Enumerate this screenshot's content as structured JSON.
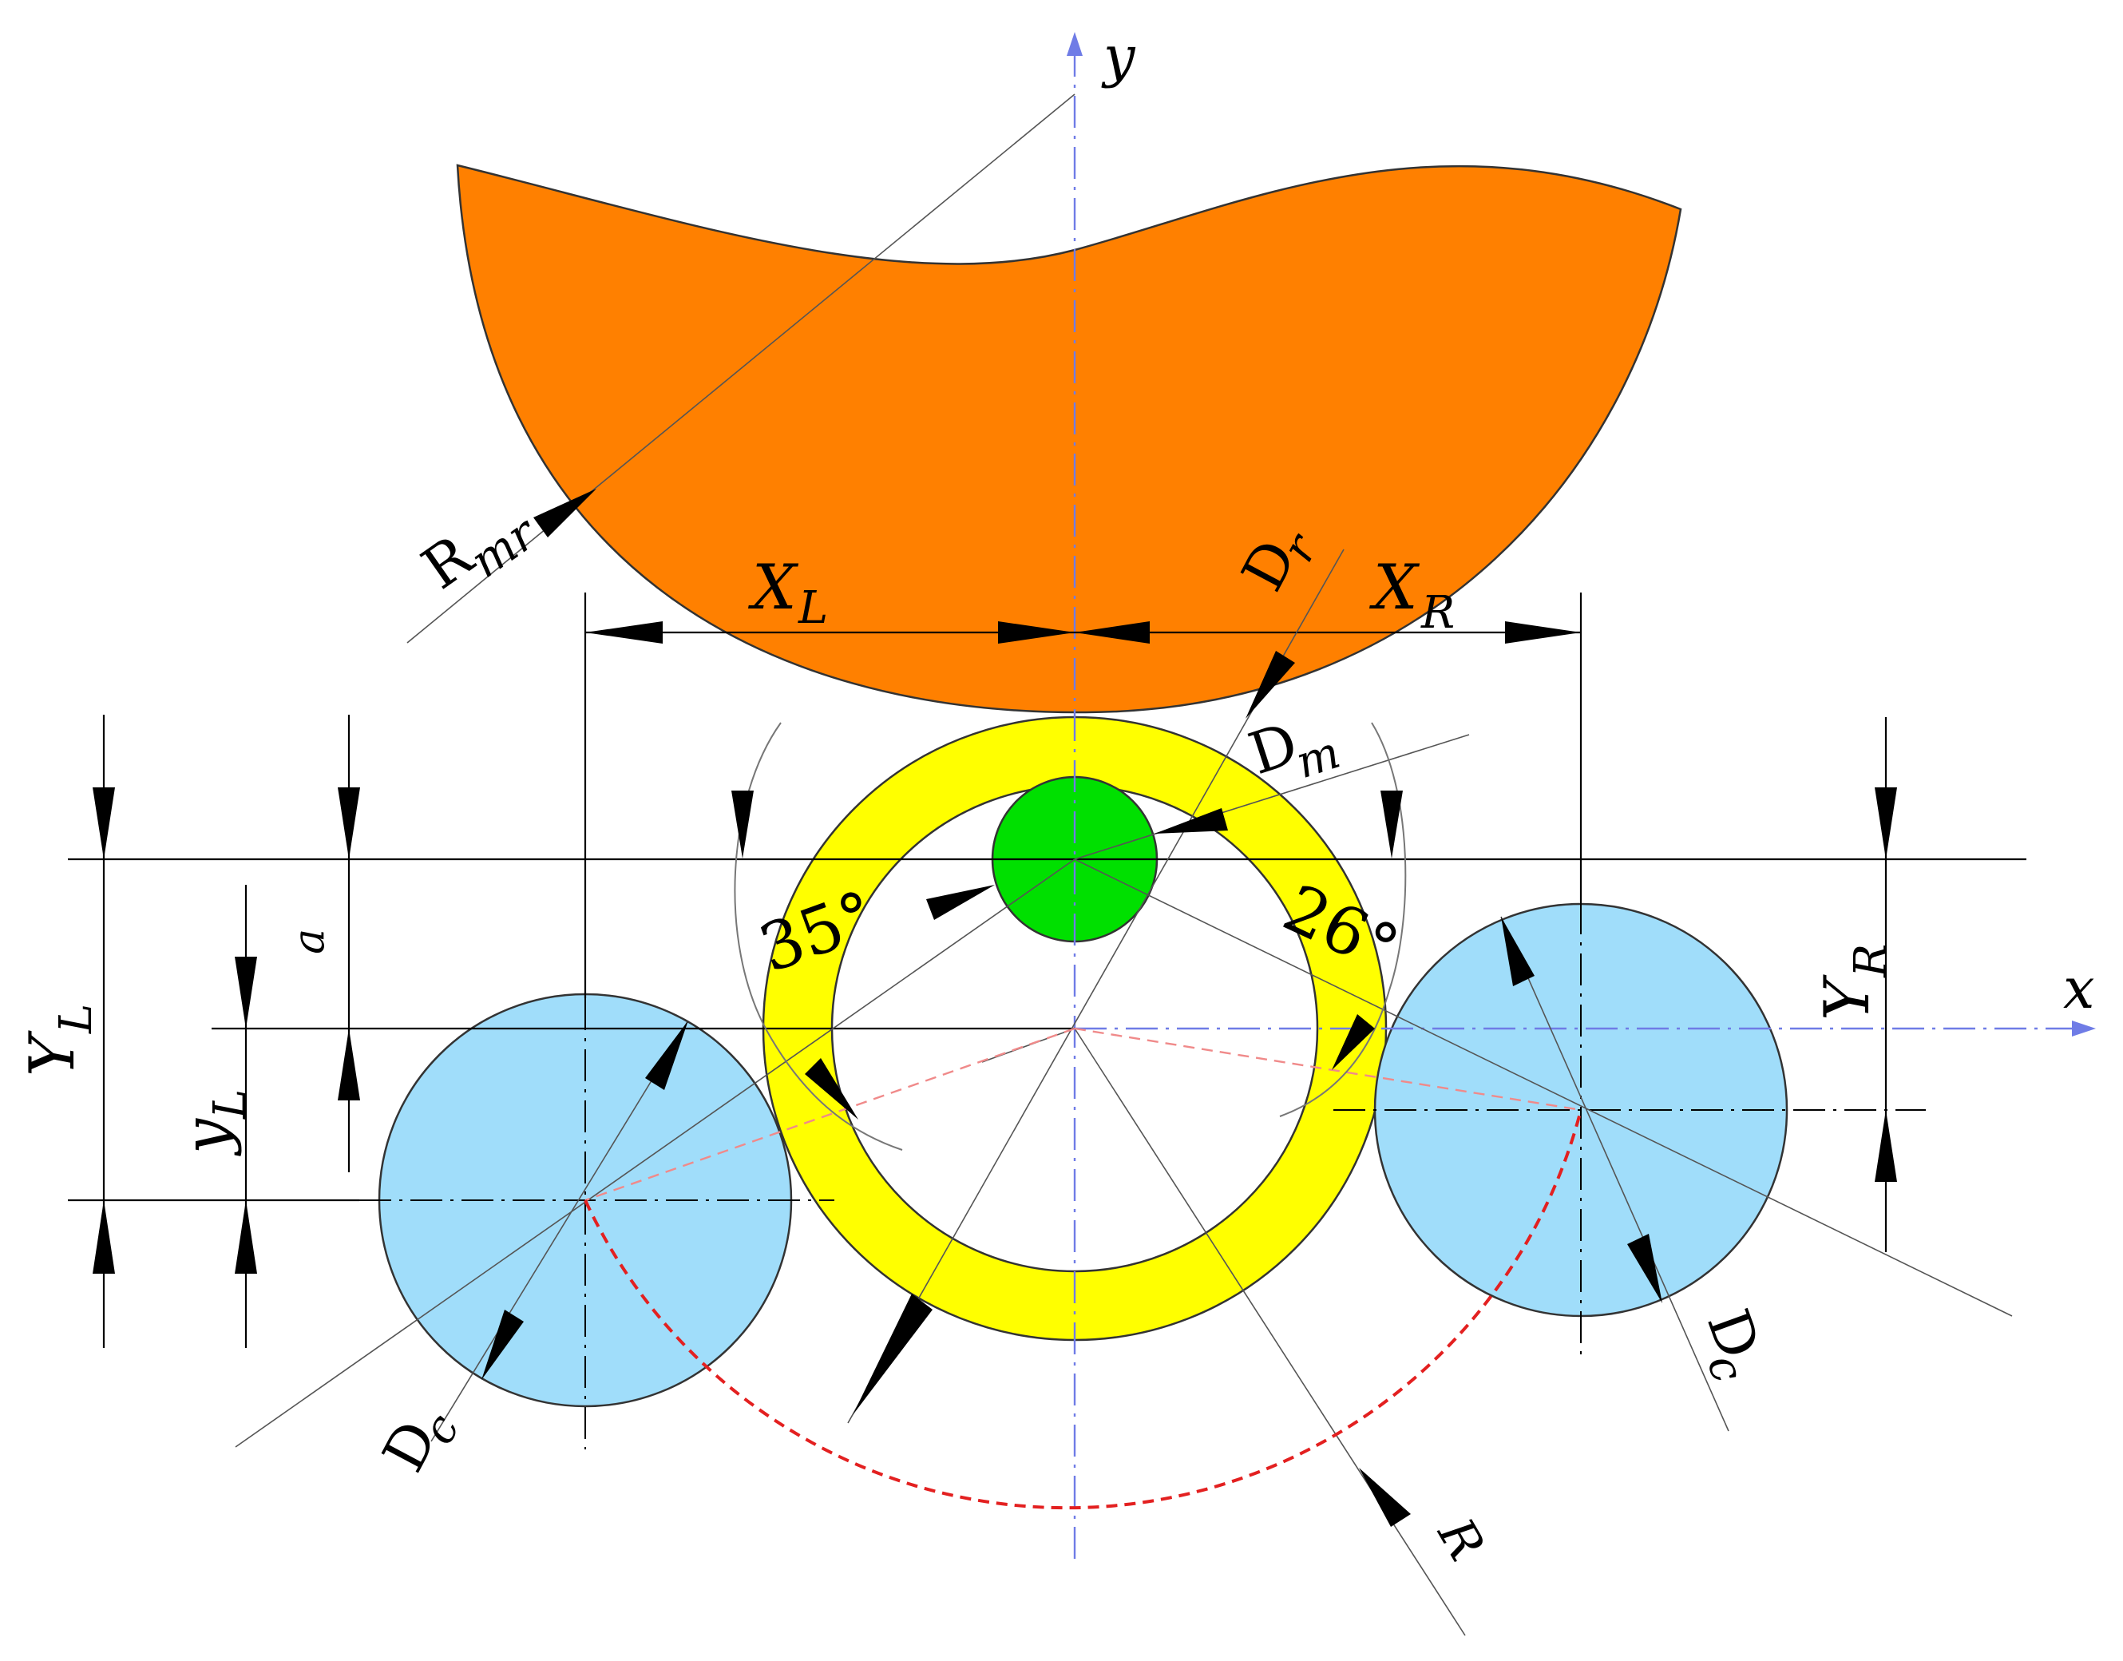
{
  "labels": {
    "y_axis": "y",
    "x_axis": "x",
    "R_mr_base": "R",
    "R_mr_sub": "mr",
    "D_r_base": "D",
    "D_r_sub": "r",
    "D_m_base": "D",
    "D_m_sub": "m",
    "X_L_base": "X",
    "X_L_sub": "L",
    "X_R_base": "X",
    "X_R_sub": "R",
    "Y_L_base": "Y",
    "Y_L_sub": "L",
    "y_L_base": "y",
    "y_L_sub": "L",
    "Y_R_base": "Y",
    "Y_R_sub": "R",
    "a": "a",
    "angle_left": "35°",
    "angle_right": "26°",
    "D_c_left_base": "D",
    "D_c_left_sub": "c",
    "D_c_right_base": "D",
    "D_c_right_sub": "c",
    "R": "R"
  },
  "colors": {
    "workpiece": "#ff8000",
    "ring": "#ffff00",
    "mandrel": "#00e000",
    "rollers": "#a0ddfa",
    "axes": "#6f7ce6",
    "red_path": "#e32020"
  }
}
